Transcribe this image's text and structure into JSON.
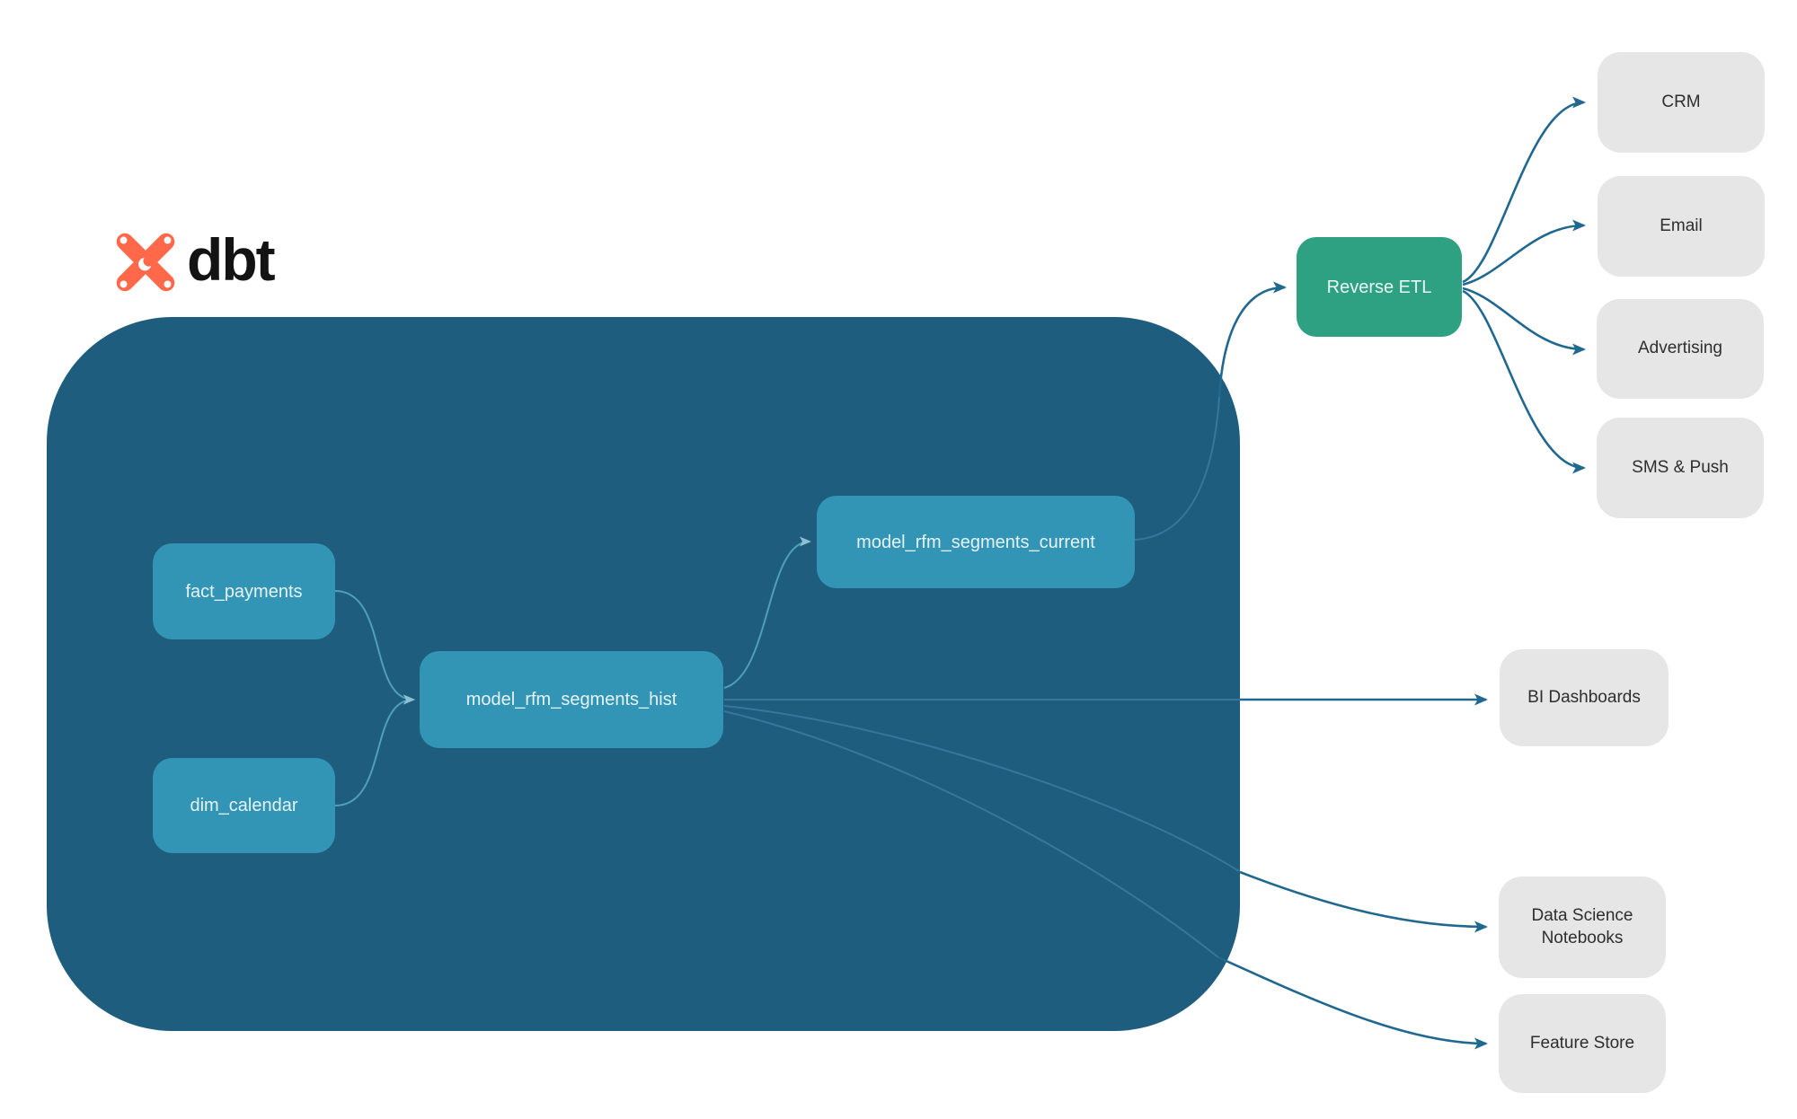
{
  "logo": {
    "brand": "dbt"
  },
  "warehouse_nodes": [
    {
      "id": "fact_payments",
      "label": "fact_payments"
    },
    {
      "id": "dim_calendar",
      "label": "dim_calendar"
    },
    {
      "id": "model_rfm_segments_hist",
      "label": "model_rfm_segments_hist"
    },
    {
      "id": "model_rfm_segments_current",
      "label": "model_rfm_segments_current"
    }
  ],
  "reverse_etl": {
    "label": "Reverse ETL"
  },
  "destinations": [
    {
      "label": "CRM"
    },
    {
      "label": "Email"
    },
    {
      "label": "Advertising"
    },
    {
      "label": "SMS & Push"
    }
  ],
  "outputs": [
    {
      "label": "BI Dashboards"
    },
    {
      "label": "Data Science Notebooks"
    },
    {
      "label": "Feature Store"
    }
  ],
  "edges": [
    {
      "from": "fact_payments",
      "to": "model_rfm_segments_hist"
    },
    {
      "from": "dim_calendar",
      "to": "model_rfm_segments_hist"
    },
    {
      "from": "model_rfm_segments_hist",
      "to": "model_rfm_segments_current"
    },
    {
      "from": "model_rfm_segments_current",
      "to": "Reverse ETL"
    },
    {
      "from": "Reverse ETL",
      "to": "CRM"
    },
    {
      "from": "Reverse ETL",
      "to": "Email"
    },
    {
      "from": "Reverse ETL",
      "to": "Advertising"
    },
    {
      "from": "Reverse ETL",
      "to": "SMS & Push"
    },
    {
      "from": "model_rfm_segments_hist",
      "to": "BI Dashboards"
    },
    {
      "from": "model_rfm_segments_hist",
      "to": "Data Science Notebooks"
    },
    {
      "from": "model_rfm_segments_hist",
      "to": "Feature Store"
    }
  ],
  "colors": {
    "background": "#ffffff",
    "container": "#1e5d7d",
    "node": "#3295b5",
    "node_text": "#e6f3f8",
    "reverse_etl": "#2ea183",
    "reverse_etl_text": "#eafaf4",
    "destination_bg": "#e6e6e6",
    "destination_text": "#2e2e2e",
    "arrow": "#20688f",
    "light_line": "#4f9fbd",
    "faint_line": "#35789b",
    "logo_orange": "#ff694a",
    "logo_text": "#131313"
  }
}
